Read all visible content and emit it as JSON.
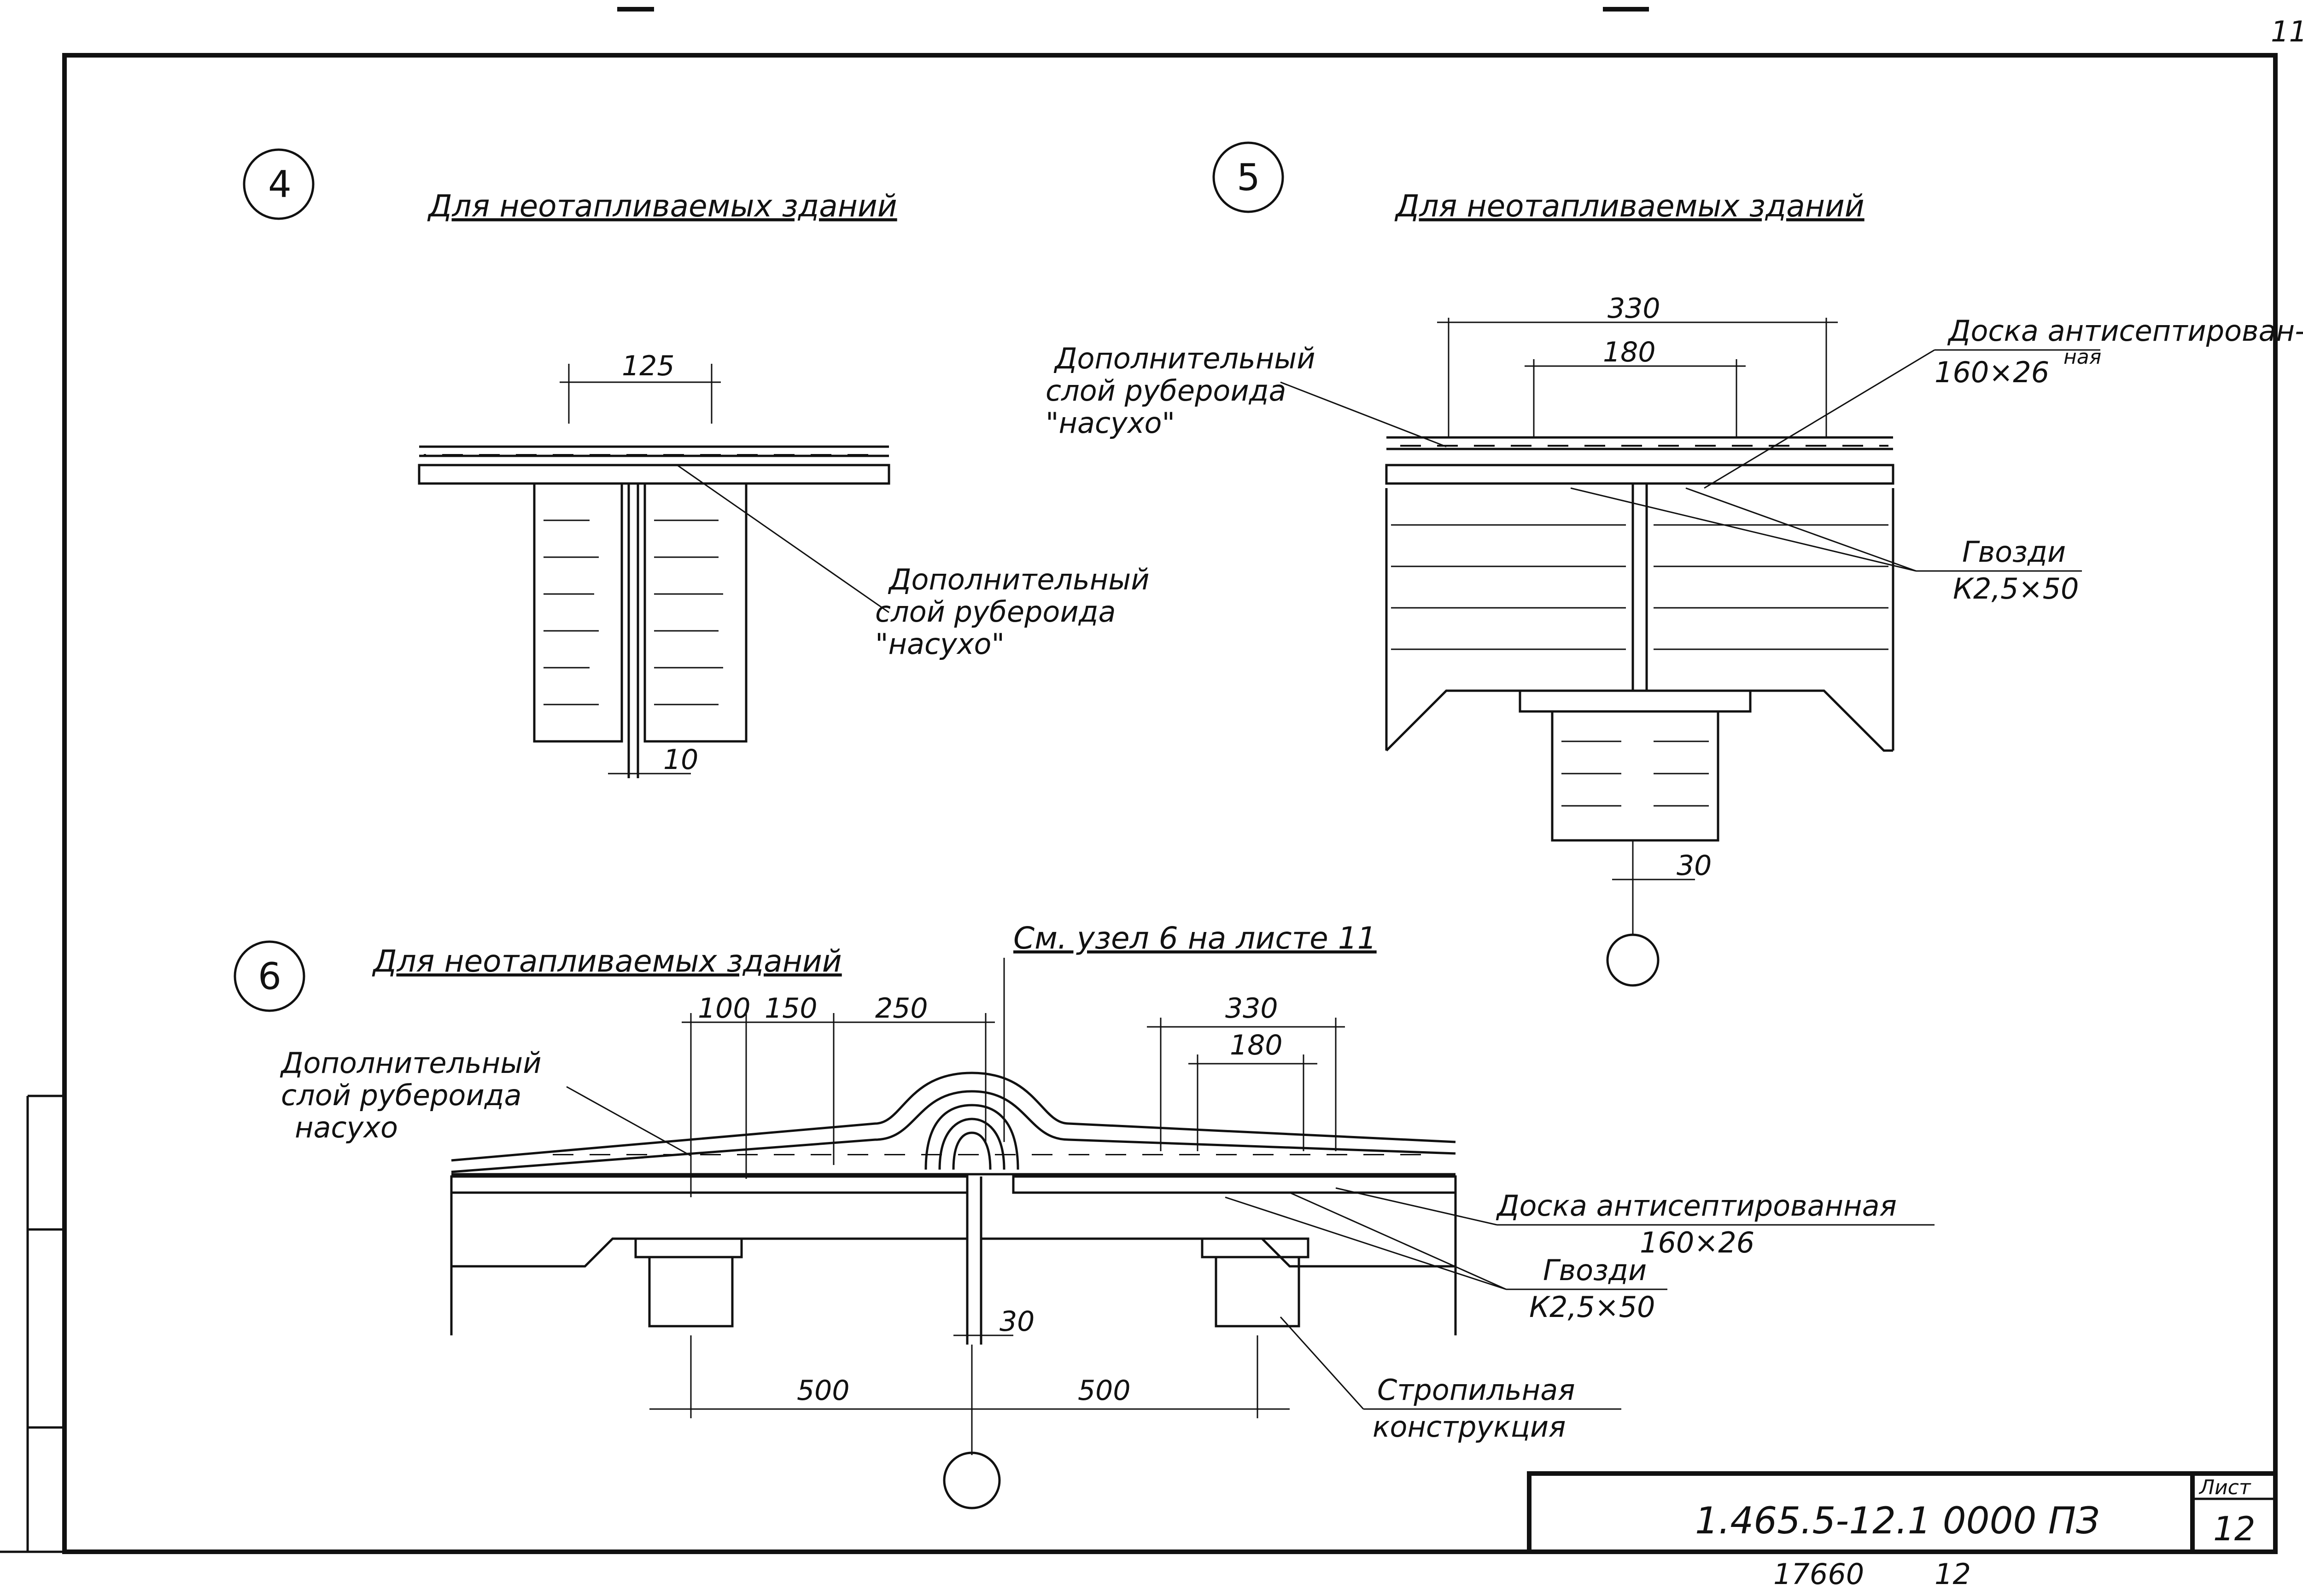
{
  "sheet": {
    "corner_number": "11",
    "document_code": "1.465.5-12.1 0000 ПЗ",
    "sheet_label": "Лист",
    "sheet_number": "12",
    "bottom_stamp_left": "17660",
    "bottom_stamp_right": "12"
  },
  "detail4": {
    "number": "4",
    "title": "Для неотапливаемых зданий",
    "dim_top": "125",
    "dim_bottom": "10",
    "note_line1": "Дополнительный",
    "note_line2": "слой рубероида",
    "note_line3": "\"насухо\""
  },
  "detail5": {
    "number": "5",
    "title": "Для неотапливаемых зданий",
    "dim_outer": "330",
    "dim_inner": "180",
    "dim_bottom": "30",
    "note_left_line1": "Дополнительный",
    "note_left_line2": "слой рубероида",
    "note_left_line3": "\"насухо\"",
    "note_board_line1": "Доска антисептирован-",
    "note_board_suffix": "ная",
    "note_board_line2": "160×26",
    "note_nails_line1": "Гвозди",
    "note_nails_line2": "К2,5×50"
  },
  "detail6": {
    "number": "6",
    "title": "Для неотапливаемых зданий",
    "ref_note": "См. узел 6 на листе 11",
    "dim_100": "100",
    "dim_150": "150",
    "dim_250": "250",
    "dim_330": "330",
    "dim_180": "180",
    "dim_30": "30",
    "dim_500_left": "500",
    "dim_500_right": "500",
    "note_left_line1": "Дополнительный",
    "note_left_line2": "слой рубероида",
    "note_left_line3": "насухо",
    "note_board_line1": "Доска антисептированная",
    "note_board_line2": "160×26",
    "note_nails_line1": "Гвозди",
    "note_nails_line2": "К2,5×50",
    "note_rafter_line1": "Стропильная",
    "note_rafter_line2": "конструкция"
  }
}
